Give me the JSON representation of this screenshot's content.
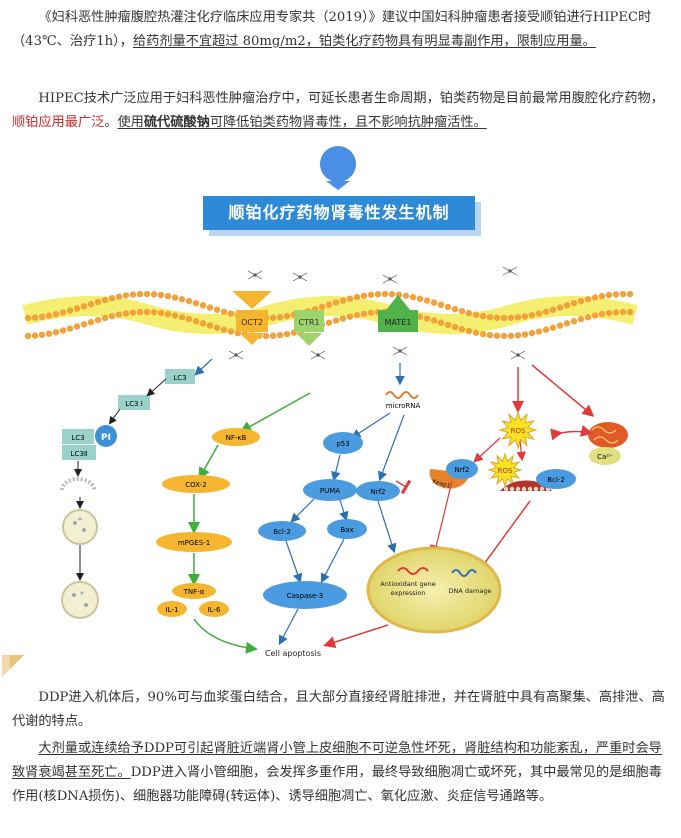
{
  "intro": {
    "p1": {
      "pre": "《妇科恶性肿瘤腹腔热灌注化疗临床应用专家共（2019）》建议中国妇科肿瘤患者接受顺铂进行HIPEC时（43℃、治疗1h），",
      "underlined": "给药剂量不宜超过 80mg/m2，铂类化疗药物具有明显毒副作用，限制应用量。"
    },
    "p2": {
      "pre": "HIPEC技术广泛应用于妇科恶性肿瘤治疗中，可延长患者生命周期，铂类药物是目前最常用腹腔化疗药物，",
      "red": "顺铂应用最广泛",
      "mid": "。",
      "ul_a": "使用",
      "ul_bold": "硫代硫酸钠",
      "ul_b": "可降低铂类药物肾毒性，且不影响抗肿瘤活性。"
    }
  },
  "banner": {
    "title": "顺铂化疗药物肾毒性发生机制"
  },
  "diagram": {
    "transporters": [
      "OCT2",
      "CTR1",
      "MATE1"
    ],
    "nodes": {
      "lc3_1": "LC3",
      "lc3_2": "LC3 Ⅰ",
      "lc3_3": "LC3",
      "pi": "PI",
      "lc3_4": "LC3Ⅱ",
      "nfkb": "NF-κB",
      "cox2": "COX-2",
      "mpges1": "mPGES-1",
      "tnfa": "TNF-α",
      "il1": "IL-1",
      "il6": "IL-6",
      "microrna": "microRNA",
      "p53": "p53",
      "puma": "PUMA",
      "bcl2a": "Bcl-2",
      "bax": "Bax",
      "caspase3": "Caspase-3",
      "nrf2a": "Nrf2",
      "ros1": "ROS",
      "ros2": "ROS",
      "ca": "Ca²⁺",
      "keap1": "Keap1",
      "nrf2b": "Nrf2",
      "bcl2b": "Bcl-2",
      "antioxidant_1": "Antioxidant gene",
      "antioxidant_2": "expression",
      "dna": "DNA damage",
      "apoptosis": "Cell apoptosis"
    },
    "colors": {
      "membrane": "#f4ef70",
      "bead": "#f3a23b",
      "green": "#3fae3a",
      "blue": "#2d6fb3",
      "red": "#e03a3a",
      "orange_node": "#f6b52e",
      "blue_node": "#4a9be0",
      "lc3": "#9ad1c8"
    }
  },
  "body": {
    "p3": "DDP进入机体后，90%可与血浆蛋白结合，且大部分直接经肾脏排泄，并在肾脏中具有高聚集、高排泄、高代谢的特点。",
    "p4": {
      "underlined": "大剂量或连续给予DDP可引起肾脏近端肾小管上皮细胞不可逆急性坏死，肾脏结构和功能紊乱，严重时会导致肾衰竭甚至死亡。",
      "rest": "DDP进入肾小管细胞，会发挥多重作用，最终导致细胞凋亡或坏死，其中最常见的是细胞毒作用(核DNA损伤)、细胞器功能障碍(转运体)、诱导细胞凋亡、氧化应激、炎症信号通路等。"
    }
  }
}
